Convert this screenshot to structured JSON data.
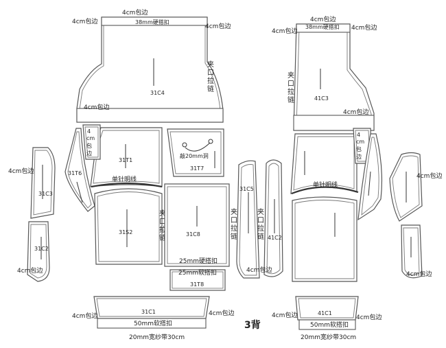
{
  "title": "3背",
  "colors": {
    "outline": "#555555",
    "text": "#222222",
    "seam": "#333333"
  },
  "notes": {
    "wrap_4cm": "4cm包边",
    "hard_velcro_38": "38mm硬搭扣",
    "hard_velcro_25": "25mm硬搭扣",
    "soft_velcro_25": "25mm软搭扣",
    "soft_velcro_50": "50mm软搭扣",
    "webbing_20": "20mm宽纱带30cm",
    "single_stitch": "单针明线",
    "sandwich_zipper": [
      "夹",
      "口",
      "拉",
      "链"
    ],
    "wrap_vertical": [
      "4",
      "cm",
      "包",
      "边"
    ],
    "punch_hole": "敲20mm洞"
  },
  "pieces": {
    "c4": "31C4",
    "t1": "31T1",
    "t7": "31T7",
    "t6": "31T6",
    "c3": "31C3",
    "c2": "31C2",
    "s2": "31S2",
    "c8": "31C8",
    "t8": "31T8",
    "c1": "31C1",
    "c5": "31C5",
    "c3r": "41C3",
    "c2r": "41C2",
    "c1r": "41C1"
  }
}
